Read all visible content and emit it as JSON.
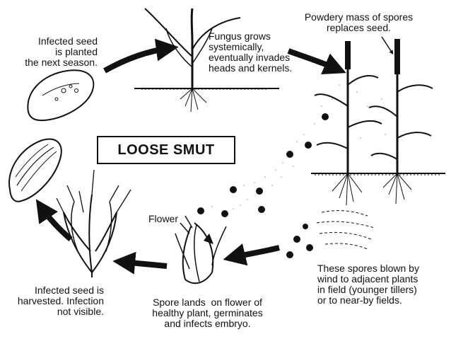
{
  "title": "LOOSE SMUT",
  "labels": {
    "planted": "Infected seed\nis planted\nthe next season.",
    "fungus": "Fungus grows\nsystemically,\neventually invades\nheads and kernels.",
    "spores_mass": "Powdery mass of spores\nreplaces seed.",
    "flower": "Flower",
    "blown": "These spores blown by\nwind to adjacent plants\nin field (younger tillers)\nor to near-by fields.",
    "lands": "Spore lands  on flower of\nhealthy plant, germinates\nand infects embryo.",
    "harvested": "Infected seed is\nharvested. Infection\nnot visible."
  },
  "colors": {
    "ink": "#111111",
    "paper": "#ffffff"
  }
}
